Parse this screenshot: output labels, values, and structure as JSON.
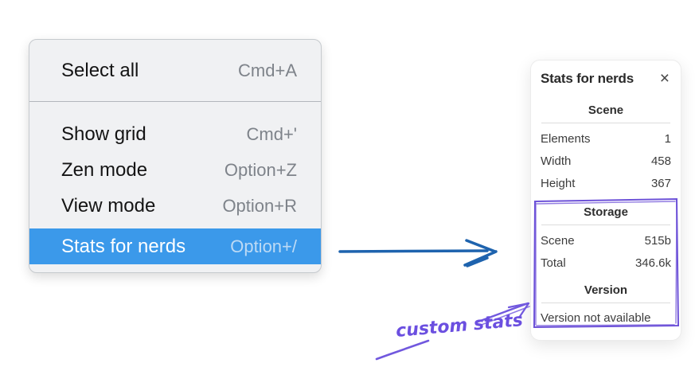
{
  "menu": {
    "items": [
      {
        "label": "Select all",
        "shortcut": "Cmd+A",
        "selected": false
      },
      {
        "label": "Show grid",
        "shortcut": "Cmd+'",
        "selected": false
      },
      {
        "label": "Zen mode",
        "shortcut": "Option+Z",
        "selected": false
      },
      {
        "label": "View mode",
        "shortcut": "Option+R",
        "selected": false
      },
      {
        "label": "Stats for nerds",
        "shortcut": "Option+/",
        "selected": true
      }
    ]
  },
  "stats_panel": {
    "title": "Stats for nerds",
    "close_icon": "×",
    "sections": [
      {
        "title": "Scene",
        "rows": [
          {
            "label": "Elements",
            "value": "1"
          },
          {
            "label": "Width",
            "value": "458"
          },
          {
            "label": "Height",
            "value": "367"
          }
        ]
      },
      {
        "title": "Storage",
        "rows": [
          {
            "label": "Scene",
            "value": "515b"
          },
          {
            "label": "Total",
            "value": "346.6k"
          }
        ]
      },
      {
        "title": "Version",
        "rows": [],
        "note": "Version not available"
      }
    ]
  },
  "annotation": {
    "label": "custom stats"
  },
  "colors": {
    "menu_bg": "#f0f1f3",
    "menu_highlight": "#3b99ea",
    "menu_highlight_text": "#ffffff",
    "menu_shortcut": "#7e838a",
    "pointer_arrow_blue": "#1e63ae",
    "annotation_purple": "#6b4fe0",
    "highlight_box_purple": "#6d52d8"
  }
}
